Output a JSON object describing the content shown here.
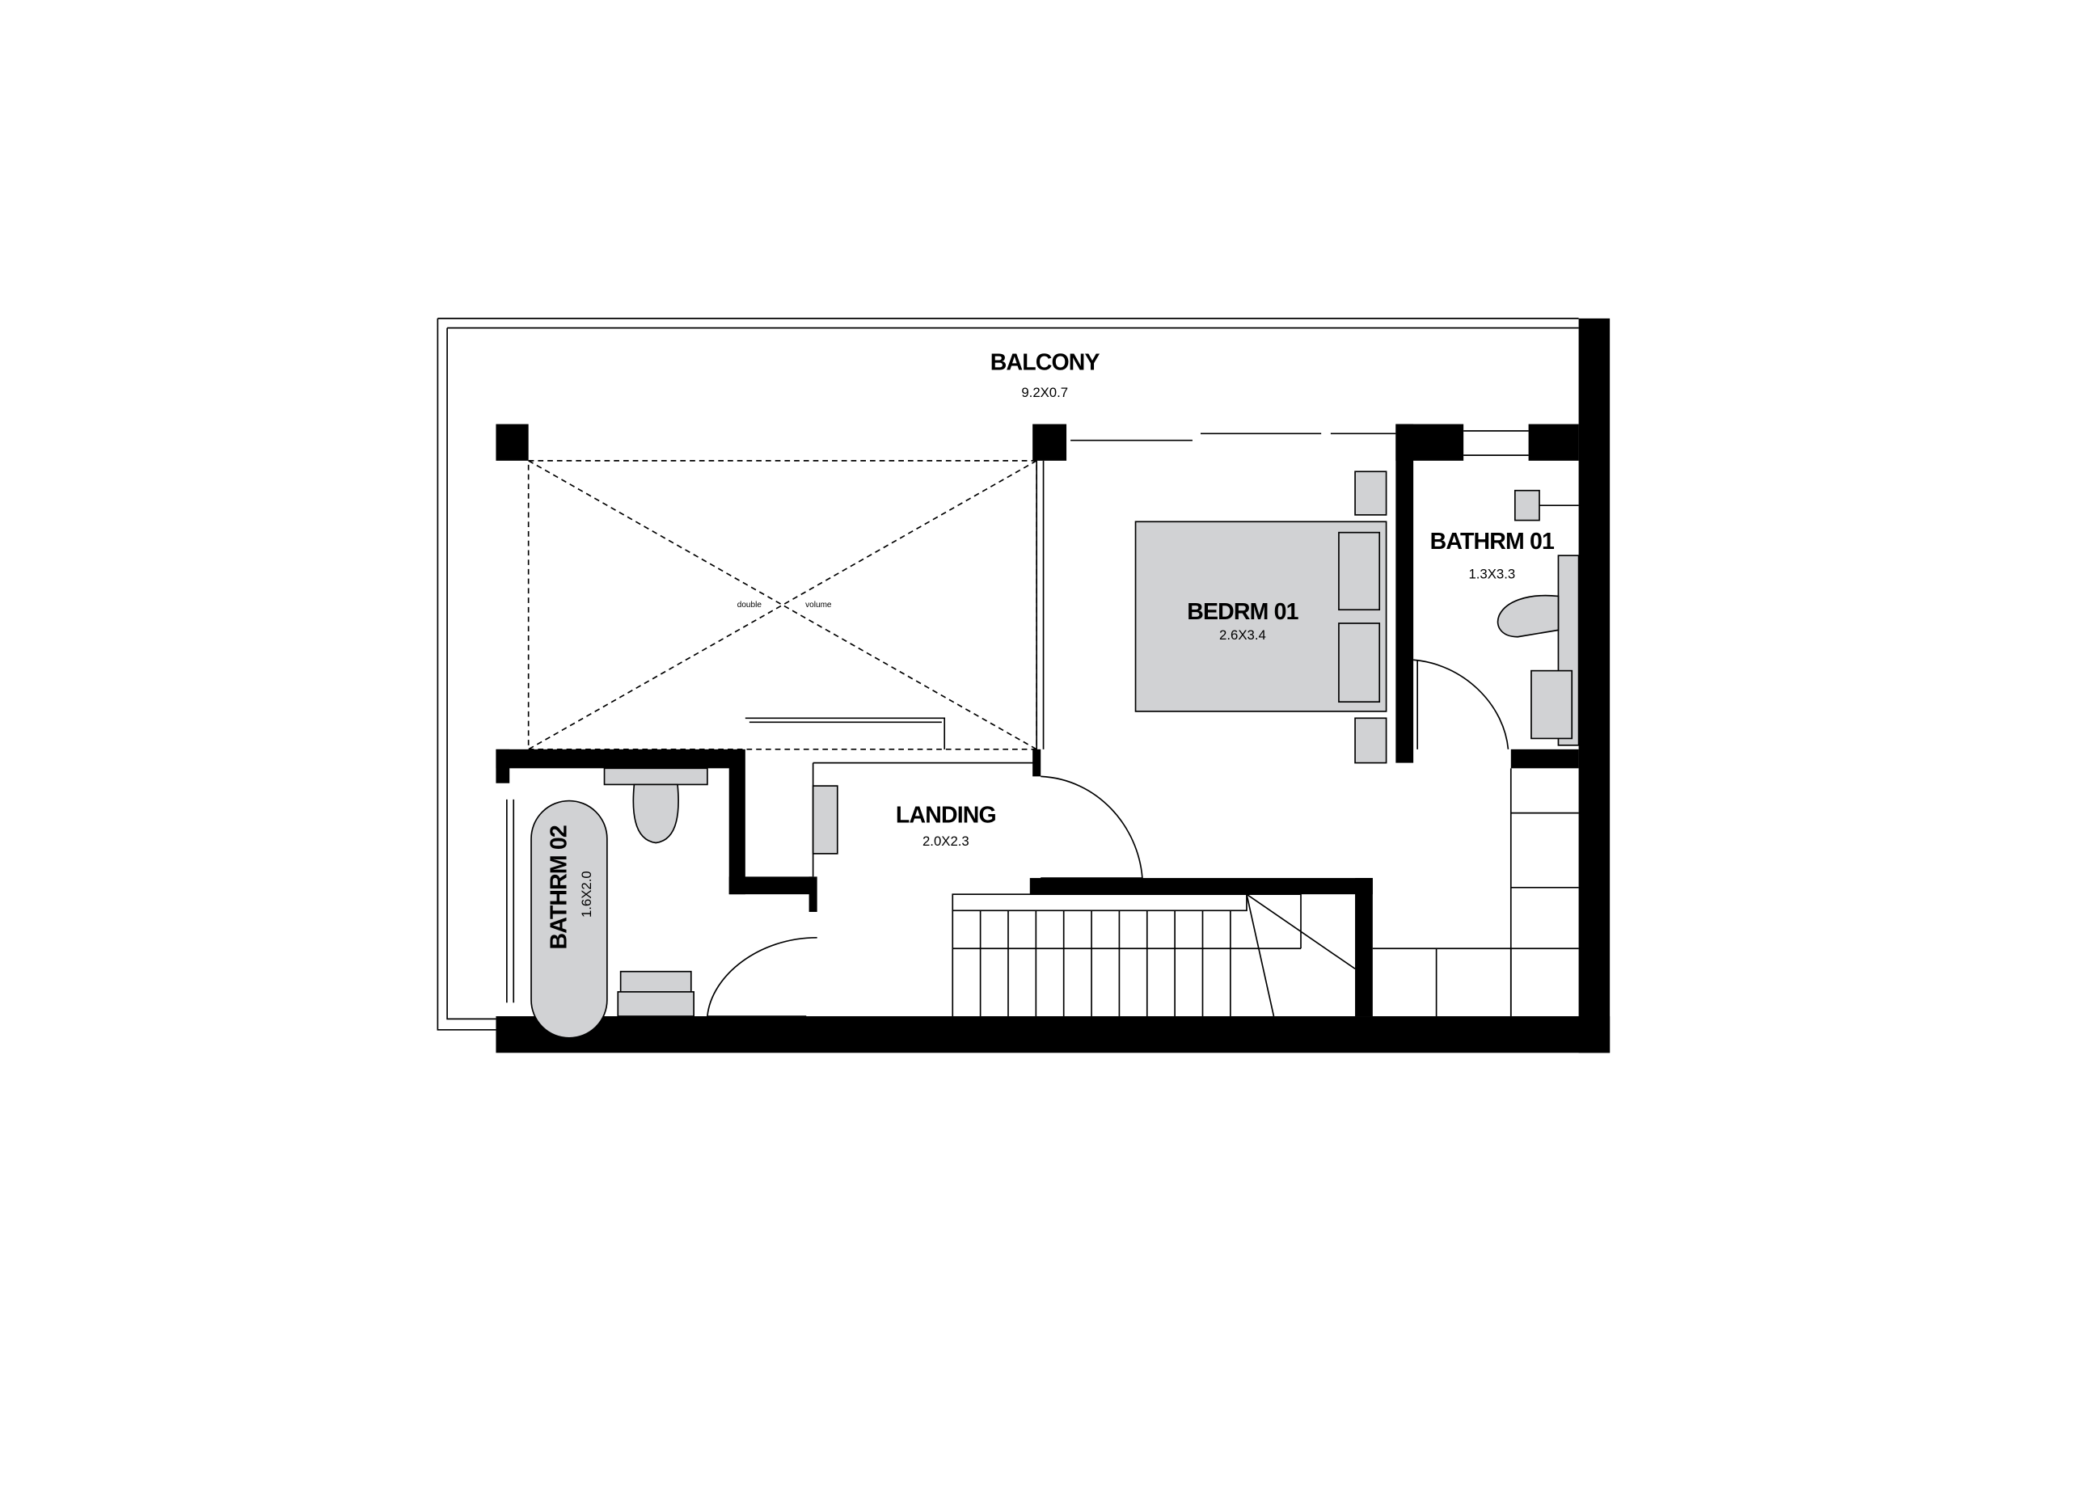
{
  "rooms": {
    "balcony": {
      "name": "BALCONY",
      "size": "9.2X0.7"
    },
    "bedroom1": {
      "name": "BEDRM 01",
      "size": "2.6X3.4"
    },
    "bathroom1": {
      "name": "BATHRM 01",
      "size": "1.3X3.3"
    },
    "landing": {
      "name": "LANDING",
      "size": "2.0X2.3"
    },
    "bathroom2": {
      "name": "BATHRM 02",
      "size": "1.6X2.0"
    }
  },
  "void": {
    "word1": "double",
    "word2": "volume"
  },
  "colors": {
    "wall": "#000000",
    "fixture": "#d1d2d4",
    "background": "#ffffff"
  }
}
